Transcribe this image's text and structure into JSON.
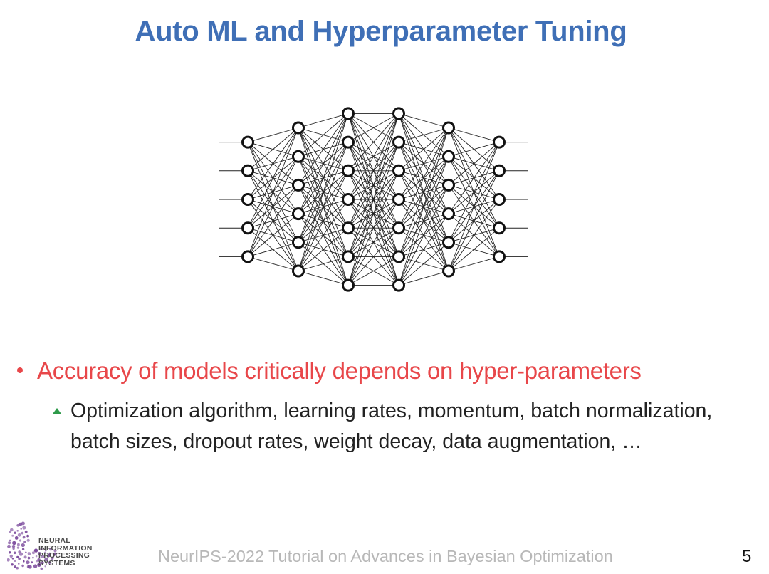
{
  "slide": {
    "title": "Auto ML and Hyperparameter Tuning",
    "bullets": [
      {
        "text": "Accuracy of models critically depends on hyper-parameters",
        "color": "#e8474a",
        "sub_bullets": [
          "Optimization algorithm, learning rates, momentum, batch normalization, batch sizes, dropout rates, weight decay, data augmentation, …"
        ]
      }
    ],
    "footer": "NeurIPS-2022 Tutorial on Advances in Bayesian Optimization",
    "page_number": "5"
  },
  "network": {
    "layers": [
      5,
      6,
      7,
      7,
      6,
      5
    ],
    "stroke_color": "#222222"
  },
  "logo": {
    "lines": [
      "NEURAL",
      "INFORMATION",
      "PROCESSING",
      "SYSTEMS"
    ],
    "accent_color": "#7b4a9c"
  }
}
